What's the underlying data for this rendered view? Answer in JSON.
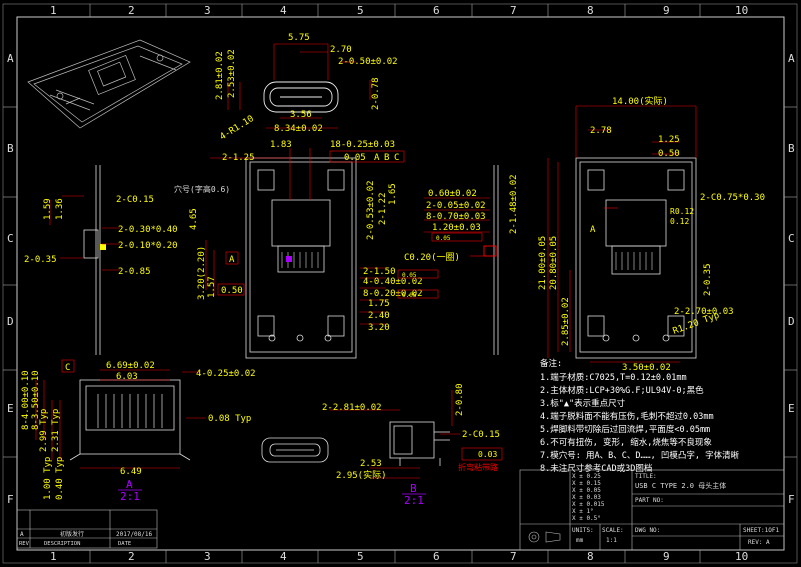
{
  "drawing": {
    "grid_columns": [
      "1",
      "2",
      "3",
      "4",
      "5",
      "6",
      "7",
      "8",
      "9",
      "10"
    ],
    "grid_rows": [
      "A",
      "B",
      "C",
      "D",
      "E",
      "F"
    ]
  },
  "top_view_dims": [
    "5.75",
    "2.70",
    "2-0.50±0.02",
    "2.81±0.02",
    "2.53±0.02",
    "4-R1.10",
    "3.56",
    "8.34±0.02",
    "2-0.78"
  ],
  "front_view_dims": [
    "1.83",
    "2-1.25",
    "18-0.25±0.03",
    "0.05",
    "A",
    "B",
    "C",
    "穴号(字高0.6)",
    "4.65",
    "A",
    "2-0.53±0.02",
    "2-1.22",
    "1.65",
    "2-1.50",
    "4-0.40±0.02",
    "8-0.20±0.02",
    "1.75",
    "2.40",
    "3.20",
    "3.20(2.20)",
    "1.57",
    "0.50",
    "0.05",
    "0.05"
  ],
  "side_left_dims": [
    "1.59",
    "1.36",
    "2-C0.15",
    "2-0.30*0.40",
    "2-0.10*0.20",
    "2-0.35",
    "2-0.85"
  ],
  "side_right_dims": [
    "0.60±0.02",
    "2-0.05±0.02",
    "8-0.70±0.03",
    "1.20±0.03",
    "0.05",
    "C0.20(一圈)",
    "2-1.48±0.02"
  ],
  "right_view_dims": [
    "14.00(实际)",
    "2.78",
    "1.25",
    "0.50",
    "2-C0.75*0.30",
    "R0.12",
    "0.12",
    "A",
    "21.00±0.05",
    "20.80±0.05",
    "2.85±0.02",
    "2-0.35",
    "2-2.70±0.03",
    "R1.20 Typ",
    "3.50±0.02"
  ],
  "section_a": {
    "dims": [
      "6.69±0.02",
      "6.03",
      "4-0.25±0.02",
      "C",
      "0.08 Typ",
      "6.49",
      "8-4.00±0.10",
      "8-3.50±0.10",
      "2.99 Typ",
      "2.31 Typ",
      "1.00 Typ",
      "0.40 Typ"
    ],
    "label": "A",
    "scale": "2:1"
  },
  "section_b": {
    "dims": [
      "2-2.81±0.02",
      "2-0.80",
      "2-C0.15",
      "0.03",
      "2.53",
      "2.95(实际)"
    ],
    "bend_note": "折弯粘带路",
    "label": "B",
    "scale": "2:1"
  },
  "notes": {
    "title": "备注:",
    "items": [
      "1.端子材质:C7025,T=0.12±0.01mm",
      "2.主体材质:LCP+30%G.F;UL94V-0;黑色",
      "3.标\"▲\"表示重点尺寸",
      "4.端子脱料面不能有压伤,毛刺不超过0.03mm",
      "5.焊脚料带切除后过回流焊,平面度<0.05mm",
      "6.不可有扭伤, 变形, 缩水,烧焦等不良现象",
      "7.模穴号: 用A、B、C、D……, 凹模凸字, 字体清晰",
      "8.未注尺寸参考CAD或3D图档"
    ]
  },
  "title_block": {
    "tolerances": [
      "X ± 0.25",
      "X ± 0.15",
      "X ± 0.05",
      "X ± 0.03",
      "X ± 0.015",
      "X ± 1°",
      "X ± 0.5°"
    ],
    "title_label": "TITLE:",
    "title_value": "USB C TYPE 2.0 母头主体",
    "part_no_label": "PART NO:",
    "units_label": "UNITS:",
    "units_value": "mm",
    "scale_label": "SCALE:",
    "scale_value": "1:1",
    "dwg_label": "DWG NO:",
    "sheet_label": "SHEET:1OF1",
    "rev_label": "REV: A",
    "rev_row": [
      "A",
      "初版发行",
      "2017/08/16"
    ],
    "header": [
      "REV",
      "DESCRIPTION",
      "DATE"
    ]
  }
}
